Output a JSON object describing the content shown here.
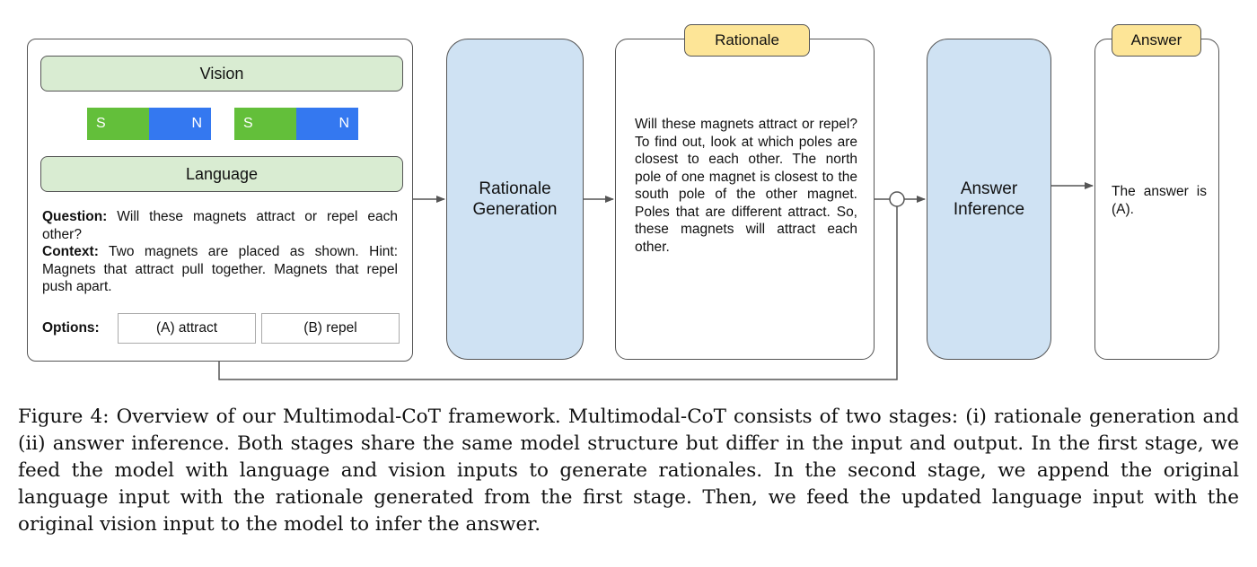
{
  "input": {
    "vision_label": "Vision",
    "language_label": "Language",
    "magnets": [
      {
        "left_pole": "S",
        "right_pole": "N"
      },
      {
        "left_pole": "S",
        "right_pole": "N"
      }
    ],
    "question_label": "Question:",
    "question_text": " Will these magnets attract or repel each other?",
    "context_label": "Context:",
    "context_text": " Two magnets are placed as shown. Hint: Magnets that attract pull together. Magnets that repel push apart.",
    "options_label": "Options:",
    "options": [
      "(A) attract",
      "(B) repel"
    ]
  },
  "stages": {
    "rationale_generation": "Rationale Generation",
    "answer_inference": "Answer Inference"
  },
  "rationale": {
    "tag": "Rationale",
    "text": "Will these magnets attract or repel? To find out, look at which poles are closest to each other. The north pole of one magnet is closest to the south pole of the other magnet. Poles that are different attract. So, these magnets will attract each other."
  },
  "answer": {
    "tag": "Answer",
    "text": "The answer is (A)."
  },
  "colors": {
    "green_header": "#d9ecd2",
    "blue_stage": "#cfe2f3",
    "yellow_tag": "#fde597",
    "magnet_south": "#63bf3a",
    "magnet_north": "#3478f0"
  },
  "caption": "Figure 4: Overview of our Multimodal-CoT framework. Multimodal-CoT consists of two stages: (i) rationale generation and (ii) answer inference. Both stages share the same model structure but differ in the input and output. In the first stage, we feed the model with language and vision inputs to generate rationales. In the second stage, we append the original language input with the rationale generated from the first stage. Then, we feed the updated language input with the original vision input to the model to infer the answer."
}
